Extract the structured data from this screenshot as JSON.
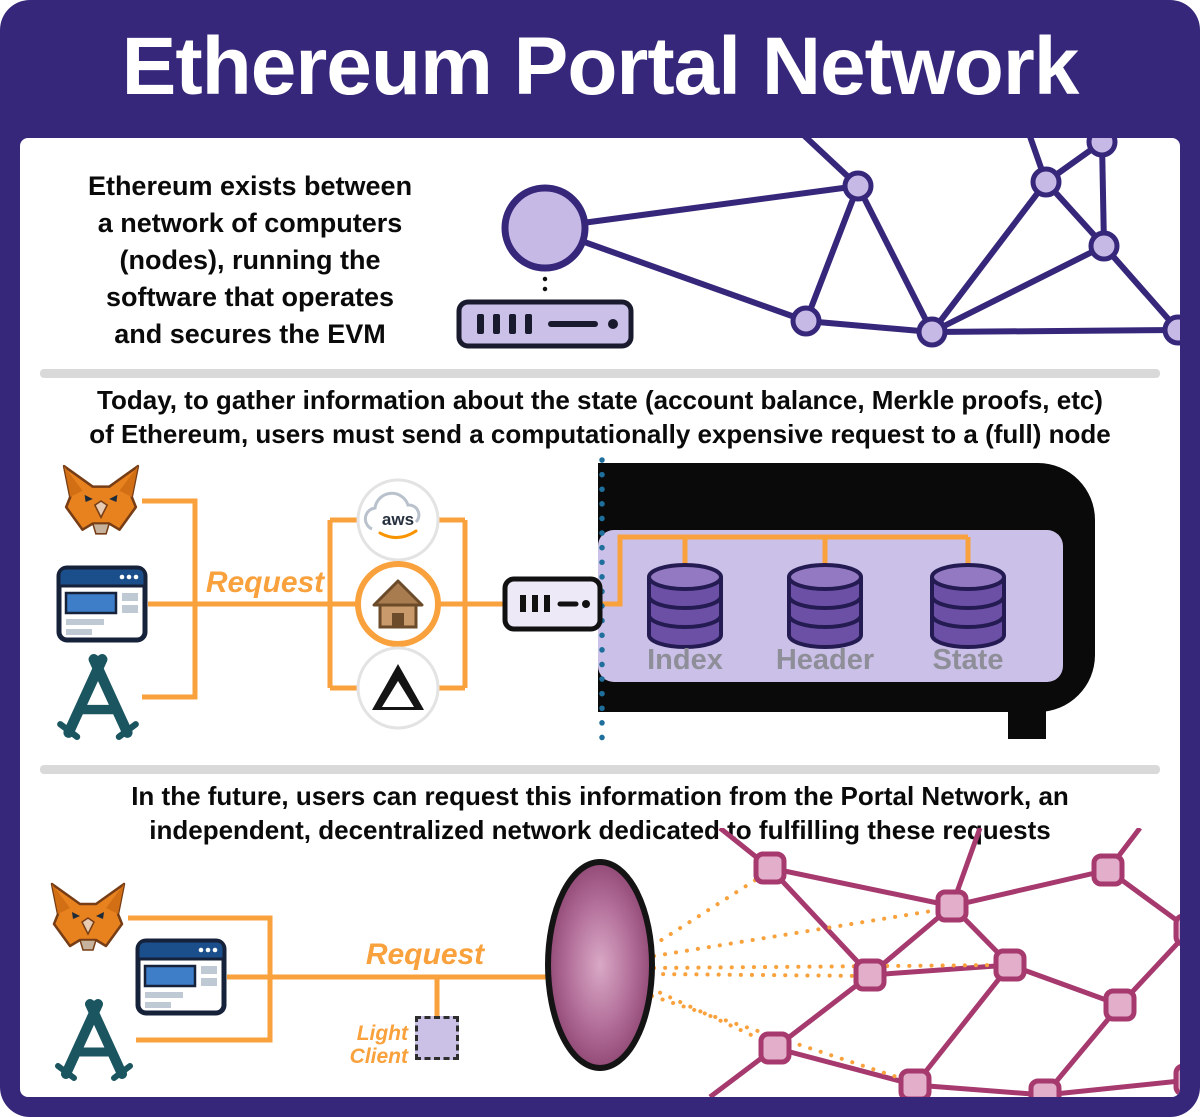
{
  "title": "Ethereum Portal Network",
  "section1": {
    "description_lines": [
      "Ethereum exists between",
      "a network of computers",
      "(nodes), running the",
      "software that operates",
      "and secures the EVM"
    ]
  },
  "section2": {
    "heading_lines": [
      "Today, to gather information about the state (account balance, Merkle proofs, etc)",
      "of Ethereum, users must send a computationally expensive request to a (full) node"
    ],
    "request_label": "Request",
    "aws_label": "aws",
    "database_labels": [
      "Index",
      "Header",
      "State"
    ]
  },
  "section3": {
    "heading_lines": [
      "In the future, users can request this information from the Portal Network, an",
      "independent, decentralized network dedicated to fulfilling these requests"
    ],
    "request_label": "Request",
    "light_client_lines": [
      "Light",
      "Client"
    ]
  },
  "icons": {
    "metamask": "metamask-fox-icon",
    "browser": "browser-window-icon",
    "app_store": "app-store-compass-icon",
    "aws": "aws-cloud-icon",
    "self_hosted": "home-server-icon",
    "delta": "delta-triangle-icon",
    "server": "server-icon",
    "database": "database-cylinder-icon",
    "portal_lens": "portal-lens-icon",
    "light_client_box": "light-client-box-icon"
  },
  "colors": {
    "frame_purple": "#37277B",
    "node_purple": "#C7B9E6",
    "panel_purple": "#CBC0E8",
    "accent_orange": "#F9A13C",
    "network_pink_fill": "#E2AECA",
    "network_pink_stroke": "#A63A6E",
    "dotted_blue": "#1E6F9C",
    "black": "#0A0A0A",
    "divider_gray": "#D9D9D9",
    "label_gray": "#8E8E99"
  }
}
